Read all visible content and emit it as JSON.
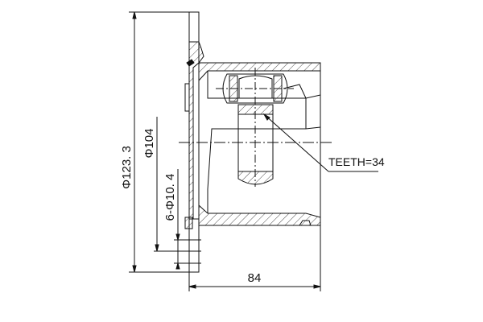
{
  "drawing": {
    "dimensions": {
      "outer_diameter": "Φ123. 3",
      "pitch_diameter": "Φ104",
      "holes": "6-Φ10. 4",
      "length": "84"
    },
    "callout": "TEETH=34"
  }
}
